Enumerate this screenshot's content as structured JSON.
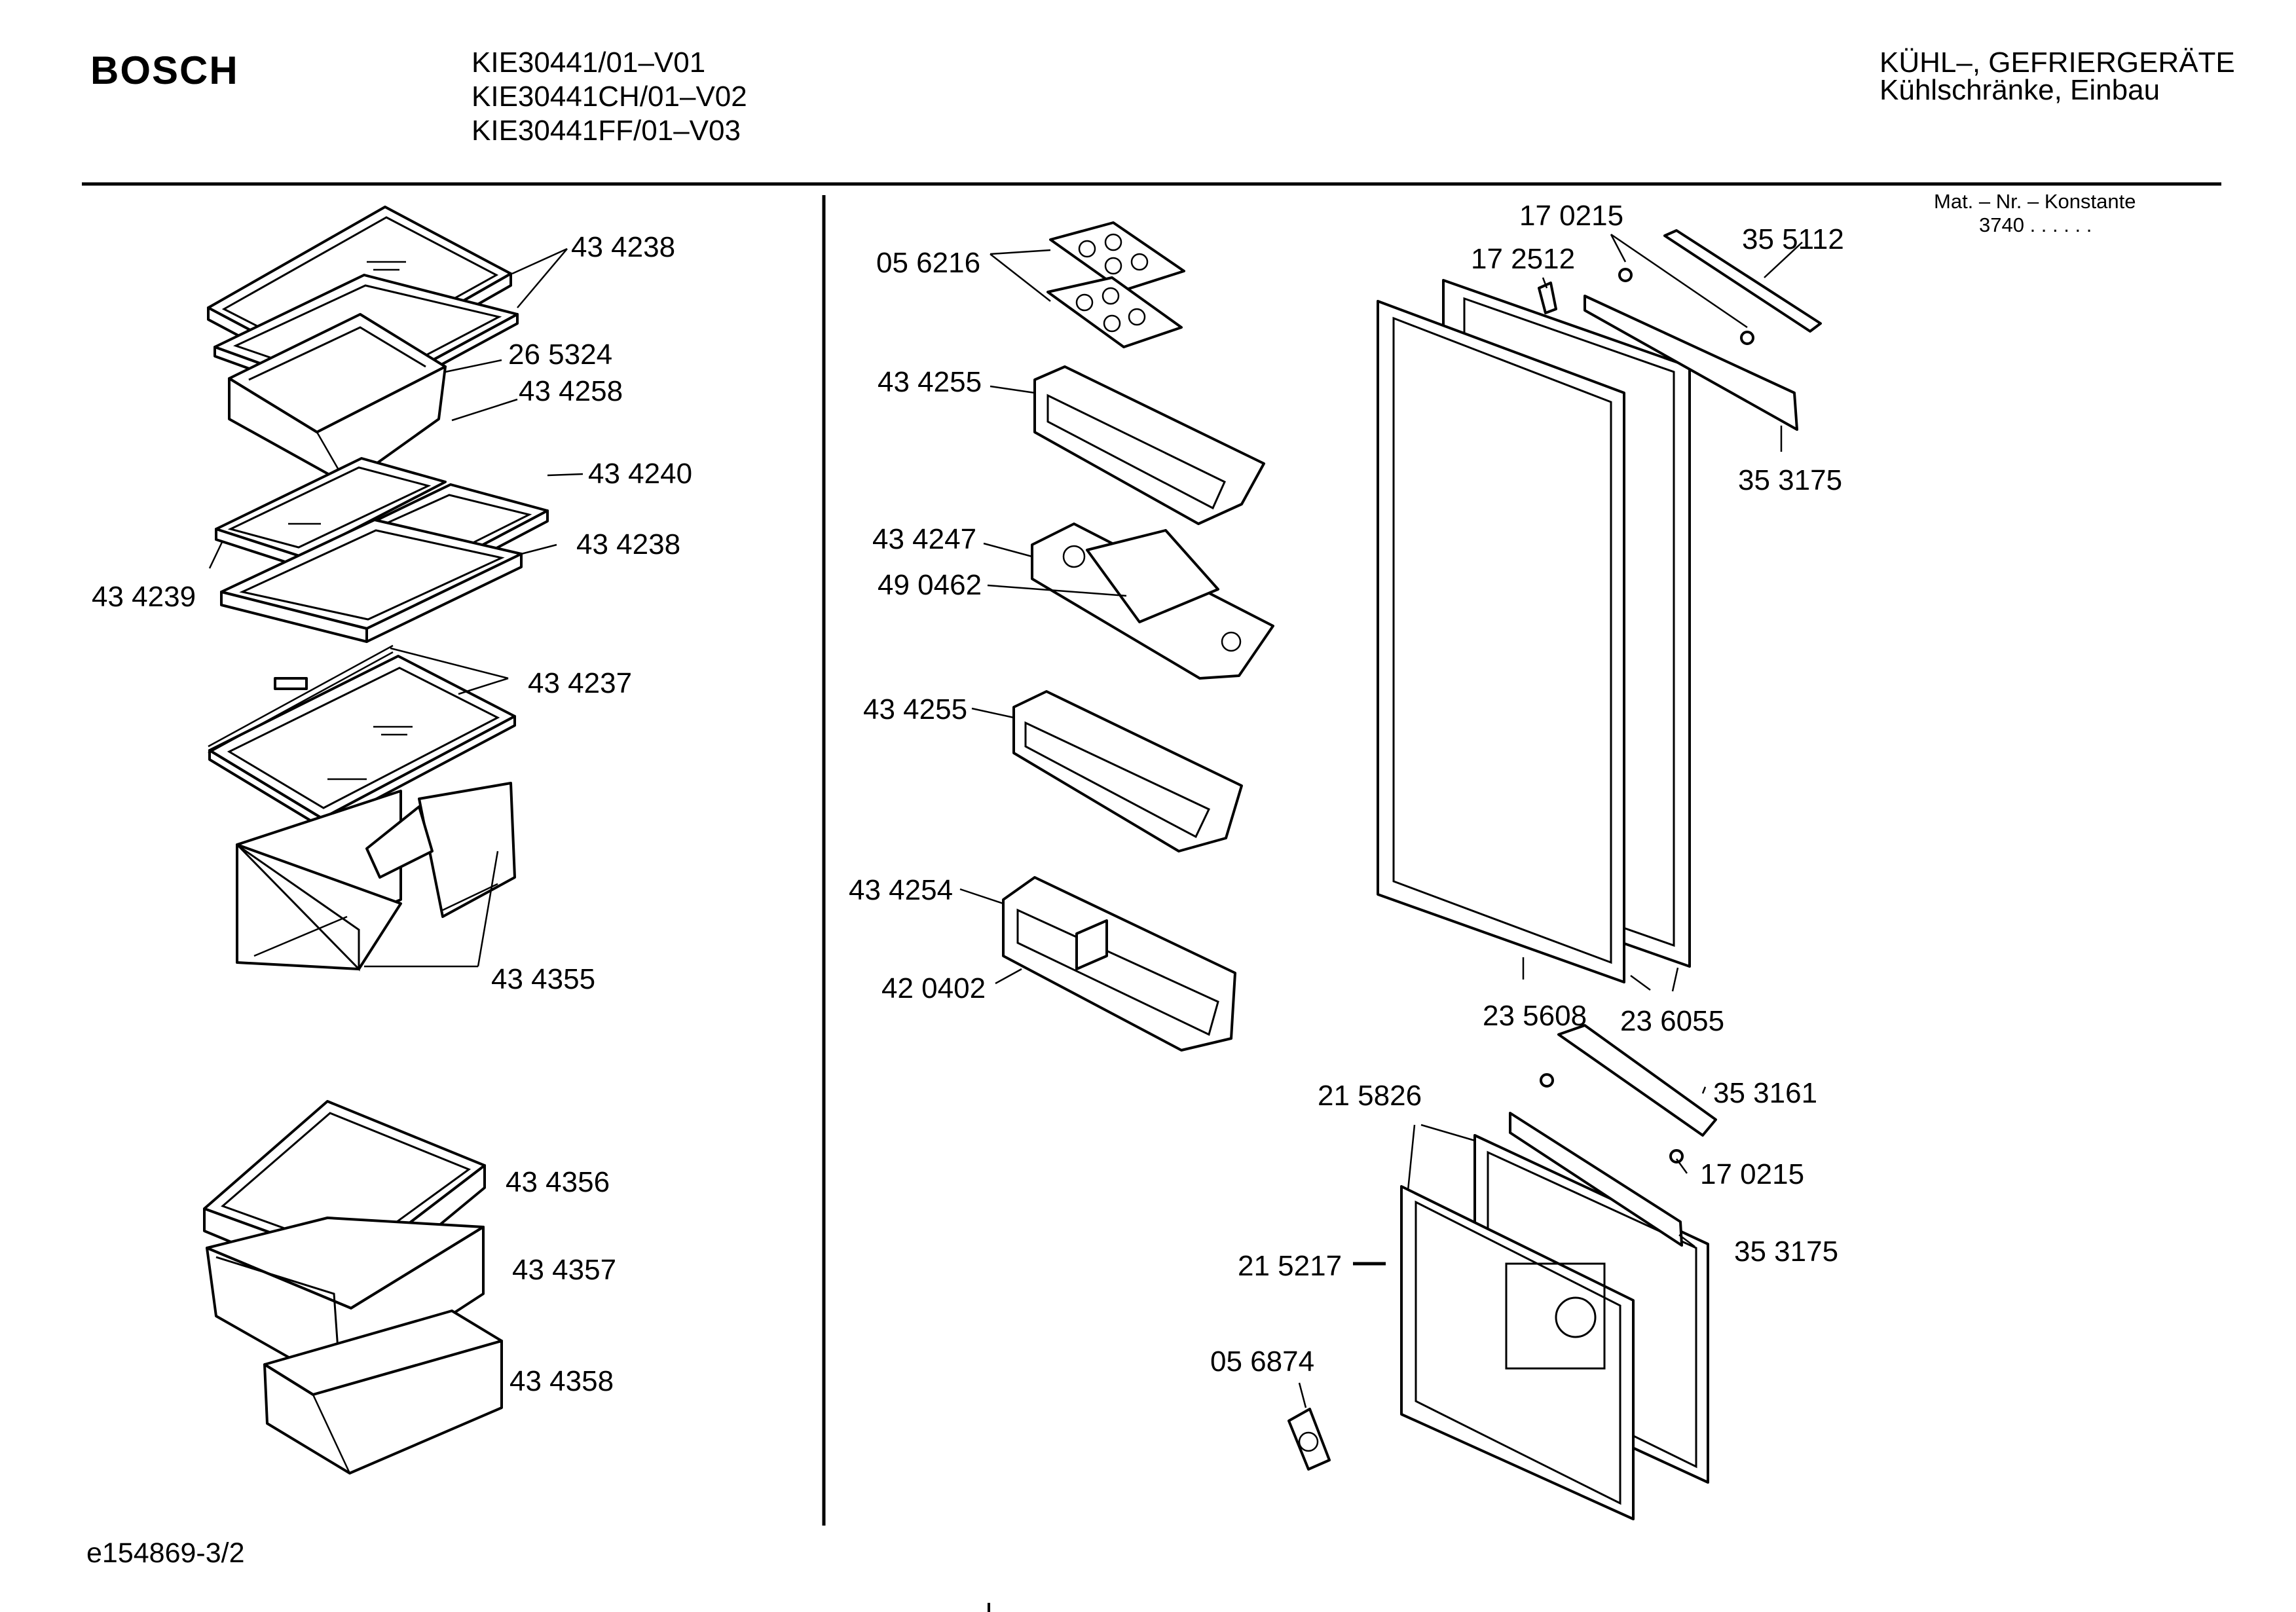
{
  "header": {
    "brand": "BOSCH",
    "models": [
      "KIE30441/01–V01",
      "KIE30441CH/01–V02",
      "KIE30441FF/01–V03"
    ],
    "category": "KÜHL–, GEFRIERGERÄTE",
    "subcategory": "Kühlschränke, Einbau",
    "material_label": "Mat. – Nr. – Konstante",
    "material_value": "3740 . . . . . ."
  },
  "labels": {
    "p_434238_a": "43 4238",
    "p_265324": "26 5324",
    "p_434258": "43 4258",
    "p_434240": "43 4240",
    "p_434238_b": "43 4238",
    "p_434239": "43 4239",
    "p_434237": "43 4237",
    "p_434355": "43 4355",
    "p_434356": "43 4356",
    "p_434357": "43 4357",
    "p_434358": "43 4358",
    "p_056216": "05 6216",
    "p_434255_a": "43 4255",
    "p_434247": "43 4247",
    "p_490462": "49 0462",
    "p_434255_b": "43 4255",
    "p_434254": "43 4254",
    "p_420402": "42 0402",
    "p_170215_a": "17 0215",
    "p_172512": "17 2512",
    "p_355112": "35 5112",
    "p_353175_a": "35 3175",
    "p_235608": "23 5608",
    "p_236055": "23 6055",
    "p_215826": "21 5826",
    "p_353161": "35 3161",
    "p_170215_b": "17 0215",
    "p_353175_b": "35 3175",
    "p_215217": "21 5217",
    "p_056874": "05 6874"
  },
  "footer": {
    "code": "e154869-3/2"
  }
}
